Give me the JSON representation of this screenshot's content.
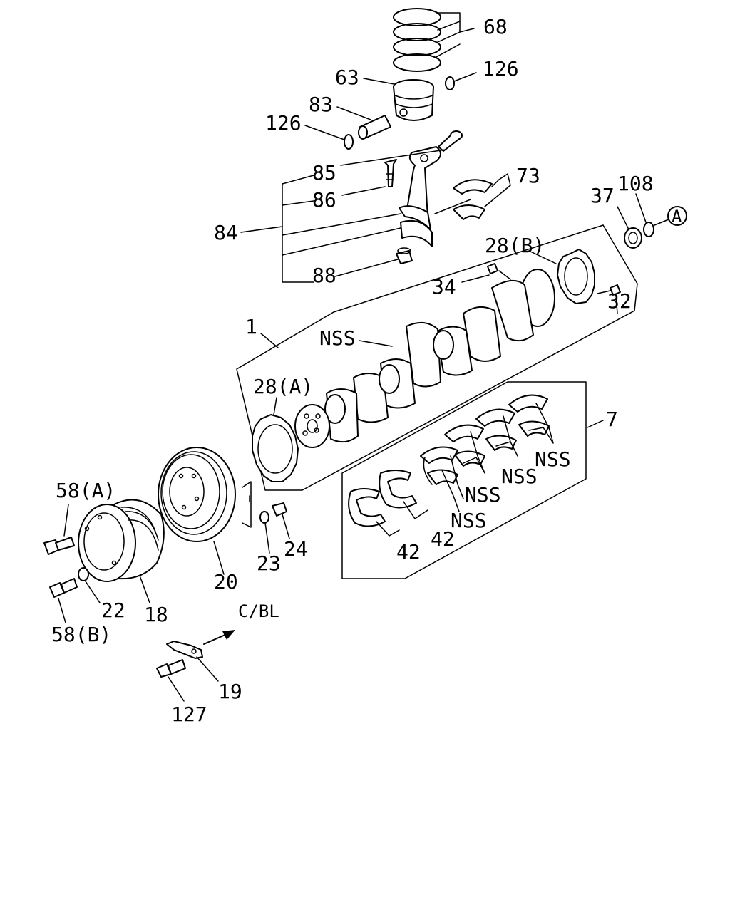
{
  "labels": {
    "p68": "68",
    "p126_top": "126",
    "p63": "63",
    "p83": "83",
    "p126_left": "126",
    "p85": "85",
    "p73": "73",
    "p86": "86",
    "p84": "84",
    "p88": "88",
    "p37": "37",
    "p108": "108",
    "ref_a": "A",
    "p28b": "28(B)",
    "p34": "34",
    "p32": "32",
    "p1": "1",
    "nss_crank": "NSS",
    "p28a": "28(A)",
    "p7": "7",
    "nss_1": "NSS",
    "nss_2": "NSS",
    "nss_3": "NSS",
    "nss_4": "NSS",
    "p42_right": "42",
    "p42_left": "42",
    "p58a": "58(A)",
    "p24": "24",
    "p23": "23",
    "p20": "20",
    "p22": "22",
    "p18": "18",
    "p58b": "58(B)",
    "cbl": "C/BL",
    "p19": "19",
    "p127": "127"
  }
}
